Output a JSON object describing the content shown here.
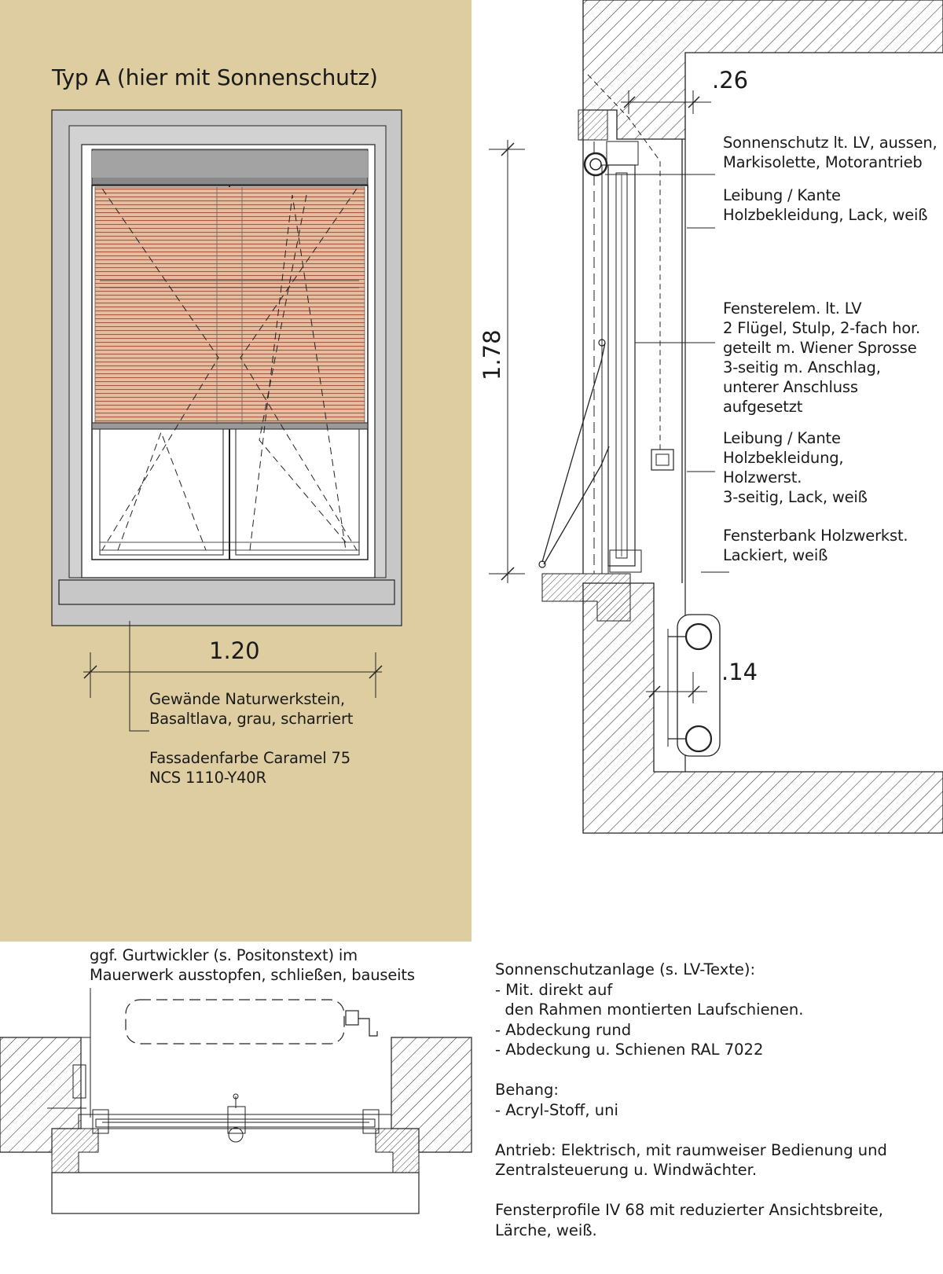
{
  "colors": {
    "facade": "#ddcda0",
    "stone_frame": "#c7c7c7",
    "blind": "#d9a88c",
    "blind_slat": "#b06a4c"
  },
  "elevation": {
    "title": "Typ A (hier mit Sonnenschutz)",
    "width_dimension": "1.20",
    "frame_note": [
      "Gewände Naturwerkstein,",
      "Basaltlava, grau, scharriert"
    ],
    "color_note": [
      "Fassadenfarbe Caramel 75",
      "NCS 1110-Y40R"
    ]
  },
  "section": {
    "top_dimension": ".26",
    "height_dimension": "1.78",
    "bottom_dimension": ".14",
    "labels": {
      "sun_protection": [
        "Sonnenschutz lt. LV, aussen,",
        "Markisolette, Motorantrieb"
      ],
      "reveal_top": [
        "Leibung / Kante",
        "Holzbekleidung, Lack, weiß"
      ],
      "window_element": [
        "Fensterelem. lt. LV",
        "2 Flügel, Stulp, 2-fach hor.",
        "geteilt m. Wiener Sprosse",
        "3-seitig m. Anschlag,",
        "unterer Anschluss",
        "aufgesetzt"
      ],
      "reveal_lower": [
        "Leibung / Kante",
        "Holzbekleidung,",
        "Holzwerst.",
        "3-seitig, Lack, weiß"
      ],
      "sill": [
        "Fensterbank Holzwerkst.",
        "Lackiert, weiß"
      ]
    }
  },
  "plan": {
    "note": [
      "ggf. Gurtwickler (s. Positonstext) im",
      "Mauerwerk ausstopfen, schließen, bauseits"
    ]
  },
  "specification": {
    "lines": [
      "Sonnenschutzanlage (s. LV-Texte):",
      "- Mit. direkt auf",
      "  den Rahmen montierten Laufschienen.",
      "- Abdeckung rund",
      "- Abdeckung u. Schienen RAL 7022",
      "",
      "Behang:",
      "- Acryl-Stoff, uni",
      "",
      "Antrieb: Elektrisch, mit raumweiser Bedienung und",
      "Zentralsteuerung u. Windwächter.",
      "",
      "Fensterprofile IV 68 mit reduzierter Ansichtsbreite,",
      "Lärche, weiß."
    ]
  }
}
